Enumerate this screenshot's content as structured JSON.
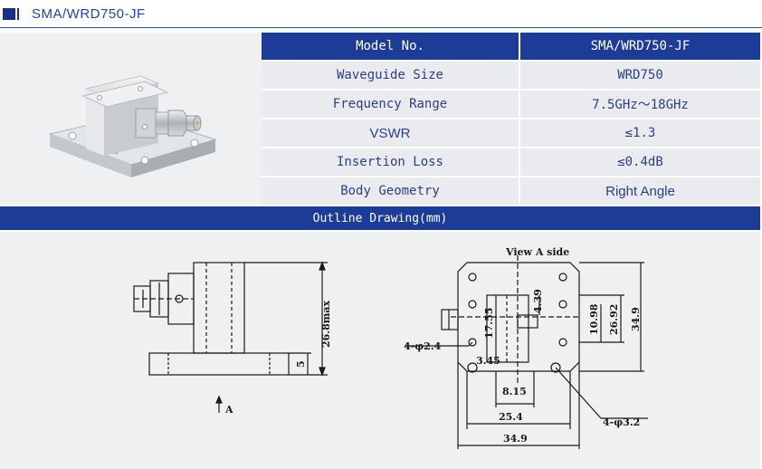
{
  "header": {
    "title": "SMA/WRD750-JF"
  },
  "specs": {
    "header": {
      "label": "Model No.",
      "value": "SMA/WRD750-JF"
    },
    "rows": [
      {
        "label": "Waveguide Size",
        "value": "WRD750"
      },
      {
        "label": "Frequency Range",
        "value": "7.5GHz～18GHz"
      },
      {
        "label": "VSWR",
        "value": "≤1.3"
      },
      {
        "label": "Insertion Loss",
        "value": "≤0.4dB"
      },
      {
        "label": "Body Geometry",
        "value": "Right Angle"
      }
    ]
  },
  "outline": {
    "title": "Outline Drawing(mm)"
  },
  "drawing": {
    "view_label": "View A side",
    "arrow_label": "A",
    "dims": {
      "height_max": "26.8max",
      "flange": "5",
      "hole_small": "4-φ2.4",
      "hole_large": "4-φ3.2",
      "d_17_55": "17.55",
      "d_4_39": "4.39",
      "d_10_98": "10.98",
      "d_26_92": "26.92",
      "d_34_9_v": "34.9",
      "d_3_45": "3.45",
      "d_8_15": "8.15",
      "d_25_4": "25.4",
      "d_34_9_h": "34.9"
    }
  }
}
